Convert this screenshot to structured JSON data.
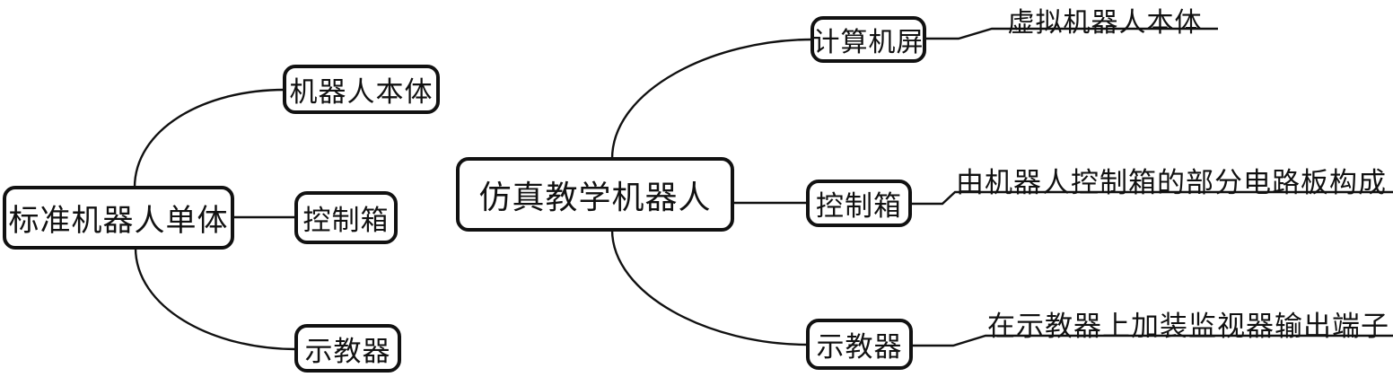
{
  "background": "#ffffff",
  "ink_color": "#111111",
  "diagram": {
    "type": "tree-diagram",
    "trees": {
      "left": {
        "root": {
          "label": "标准机器人单体"
        },
        "children": [
          {
            "label": "机器人本体"
          },
          {
            "label": "控制箱"
          },
          {
            "label": "示教器"
          }
        ]
      },
      "right": {
        "root": {
          "label": "仿真教学机器人"
        },
        "children": [
          {
            "label": "计算机屏",
            "annotation": "虚拟机器人本体"
          },
          {
            "label": "控制箱",
            "annotation": "由机器人控制箱的部分电路板构成"
          },
          {
            "label": "示教器",
            "annotation": "在示教器上加装监视器输出端子"
          }
        ]
      }
    }
  }
}
